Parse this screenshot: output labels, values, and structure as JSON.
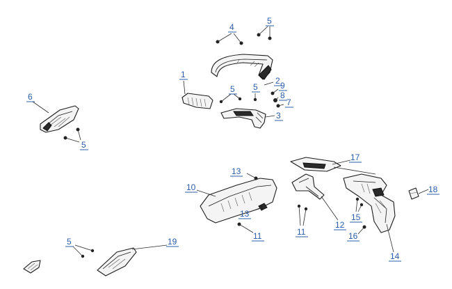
{
  "diagram": {
    "callouts": [
      {
        "id": "c1",
        "text": "1"
      },
      {
        "id": "c2",
        "text": "2"
      },
      {
        "id": "c3",
        "text": "3"
      },
      {
        "id": "c4",
        "text": "4"
      },
      {
        "id": "c5a",
        "text": "5"
      },
      {
        "id": "c5b",
        "text": "5"
      },
      {
        "id": "c5c",
        "text": "5"
      },
      {
        "id": "c5d",
        "text": "5"
      },
      {
        "id": "c5e",
        "text": "5"
      },
      {
        "id": "c6",
        "text": "6"
      },
      {
        "id": "c7",
        "text": "7"
      },
      {
        "id": "c8",
        "text": "8"
      },
      {
        "id": "c9",
        "text": "9"
      },
      {
        "id": "c10",
        "text": "10"
      },
      {
        "id": "c11a",
        "text": "11"
      },
      {
        "id": "c11b",
        "text": "11"
      },
      {
        "id": "c12",
        "text": "12"
      },
      {
        "id": "c13a",
        "text": "13"
      },
      {
        "id": "c13b",
        "text": "13"
      },
      {
        "id": "c14",
        "text": "14"
      },
      {
        "id": "c15",
        "text": "15"
      },
      {
        "id": "c16",
        "text": "16"
      },
      {
        "id": "c17",
        "text": "17"
      },
      {
        "id": "c18",
        "text": "18"
      },
      {
        "id": "c19",
        "text": "19"
      }
    ]
  }
}
